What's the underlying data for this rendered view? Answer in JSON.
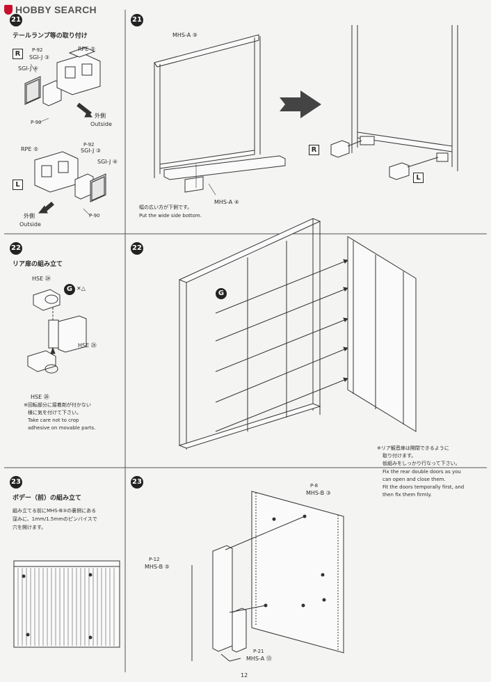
{
  "logo": {
    "text": "HOBBY SEARCH"
  },
  "page_number": "12",
  "step21": {
    "number": "21",
    "left_title": "テールランプ等の取り付け",
    "R_label": "R",
    "L_label": "L",
    "r_parts": {
      "p92": "P-92",
      "sgij3": "SGI-J ③",
      "sgij4": "SGI-J ④",
      "rpe5": "RPE ⑤",
      "p90": "P-90"
    },
    "r_outside_jp": "外側",
    "r_outside_en": "Outside",
    "l_parts": {
      "rpe5": "RPE ⑤",
      "p92": "P-92",
      "sgij3": "SGI-J ③",
      "sgij4": "SGI-J ④",
      "p90": "P-90"
    },
    "l_outside_jp": "外側",
    "l_outside_en": "Outside",
    "mhsa9": "MHS-A ⑨",
    "mhsa4": "MHS-A ④",
    "note_jp": "幅の広い方が下側です。",
    "note_en": "Put the wide side bottom."
  },
  "step22": {
    "number": "22",
    "left_title": "リア扉の組み立て",
    "hse24": "HSE ㉔",
    "hse25": "HSE ㉕",
    "hse26": "HSE ㉖",
    "g_label": "G",
    "note_jp_1": "※回転部分に接着剤が付かない",
    "note_jp_2": "様に気を付けて下さい。",
    "note_en_1": "Take care not to crop",
    "note_en_2": "adhesive on movable parts.",
    "right_note_jp_1": "※リア観音扉は開閉できるように",
    "right_note_jp_2": "取り付けます。",
    "right_note_jp_3": "仮組みをしっかり行なって下さい。",
    "right_note_en_1": "Fix the rear double doors as you",
    "right_note_en_2": "can open and close them.",
    "right_note_en_3": "Fit the doors temporally first, and",
    "right_note_en_4": "then fix them firmly."
  },
  "step23": {
    "number": "23",
    "left_title": "ボデー（前）の組み立て",
    "note_jp_1": "組み立てる前にMHS-B③の裏側にある",
    "note_jp_2": "窪みに、1mm/1.5mmのピンバイスで",
    "note_jp_3": "穴を開けます。",
    "p8": "P-8",
    "mhsb3": "MHS-B ③",
    "p12": "P-12",
    "mhsb5": "MHS-B ⑤",
    "p21": "P-21",
    "mhsa13": "MHS-A ⑬"
  }
}
